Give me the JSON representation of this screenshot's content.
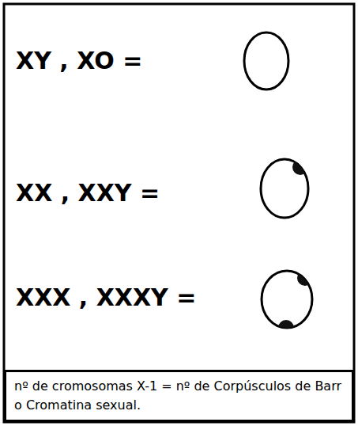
{
  "diagram": {
    "nodes": [
      {
        "text": [
          "nº de cromosomas X-1 = nº de Corpúsculos de Barr o Cromatina sexual."
        ]
      }
    ],
    "labels": [
      "XY , XO =",
      "XX , XXY =",
      "XXX , XXXY ="
    ]
  }
}
